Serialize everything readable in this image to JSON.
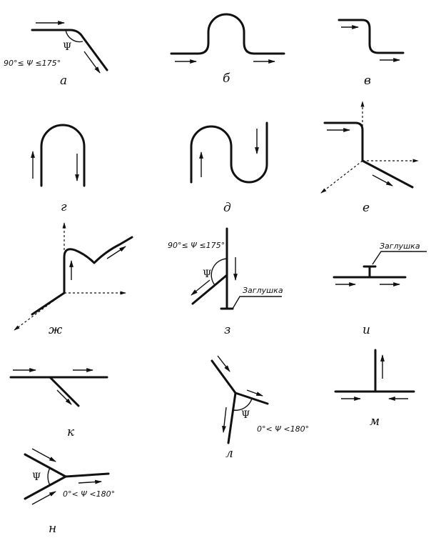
{
  "panels": [
    {
      "id": "a",
      "label": "а",
      "annotation": "90°≤ Ψ ≤175°",
      "angle_symbol": "Ψ"
    },
    {
      "id": "b",
      "label": "б"
    },
    {
      "id": "v",
      "label": "в"
    },
    {
      "id": "g",
      "label": "г"
    },
    {
      "id": "d",
      "label": "д"
    },
    {
      "id": "e",
      "label": "е"
    },
    {
      "id": "zh",
      "label": "ж"
    },
    {
      "id": "z",
      "label": "з",
      "annotation": "90°≤ Ψ ≤175°",
      "angle_symbol": "Ψ",
      "note": "Заглушка"
    },
    {
      "id": "i",
      "label": "и",
      "note": "Заглушка"
    },
    {
      "id": "k",
      "label": "к"
    },
    {
      "id": "l",
      "label": "л",
      "annotation": "0°< Ψ <180°",
      "angle_symbol": "Ψ"
    },
    {
      "id": "m",
      "label": "м"
    },
    {
      "id": "n",
      "label": "н",
      "annotation": "0°< Ψ <180°",
      "angle_symbol": "Ψ"
    }
  ]
}
